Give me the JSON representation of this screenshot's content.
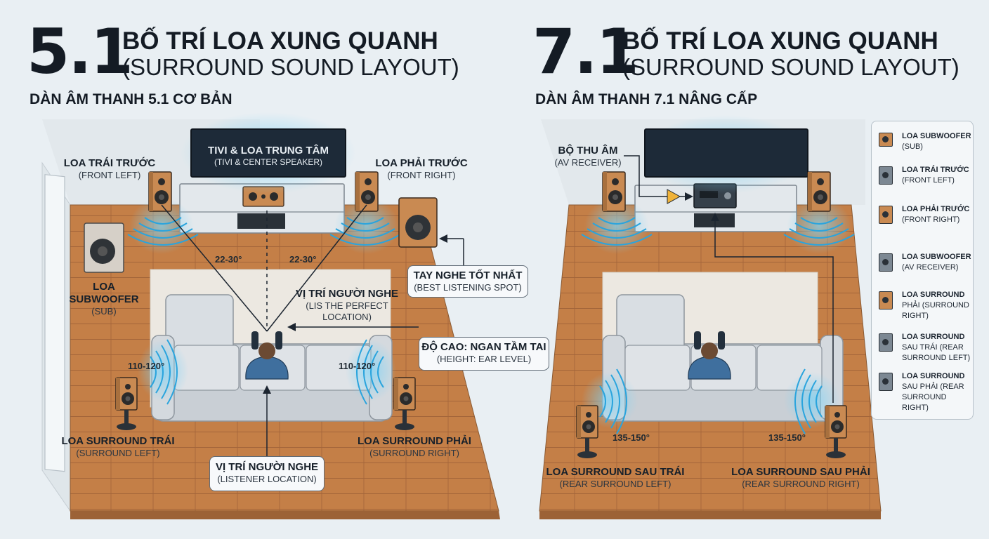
{
  "left": {
    "number": "5.1",
    "title_line1": "BỐ TRÍ LOA XUNG QUANH",
    "title_line2": "(SURROUND SOUND LAYOUT)",
    "subtitle": "DÀN ÂM THANH 5.1 CƠ BẢN",
    "tv": {
      "main": "TIVI & LOA TRUNG TÂM",
      "sub": "(TIVI & CENTER SPEAKER)"
    },
    "front_left": {
      "main": "LOA TRÁI TRƯỚC",
      "sub": "(FRONT LEFT)"
    },
    "front_right": {
      "main": "LOA PHẢI TRƯỚC",
      "sub": "(FRONT RIGHT)"
    },
    "subwoofer": {
      "l1": "LOA",
      "l2": "SUBWOOFER",
      "sub": "(SUB)"
    },
    "angle_front_left": "22-30°",
    "angle_front_right": "22-30°",
    "best_spot": {
      "main": "TAY NGHE TỐT NHẤT",
      "sub": "(BEST LISTENING SPOT)"
    },
    "listener_perfect": {
      "main": "VỊ TRÍ NGƯỜI NGHE",
      "sub1": "(LIS THE PERFECT",
      "sub2": "LOCATION)"
    },
    "height": {
      "main": "ĐỘ CAO: NGAN TẦM TAI",
      "sub": "(HEIGHT: EAR LEVEL)"
    },
    "angle_surround_left": "110-120°",
    "angle_surround_right": "110-120°",
    "surround_left": {
      "main": "LOA SURROUND TRÁI",
      "sub": "(SURROUND LEFT)"
    },
    "surround_right": {
      "main": "LOA SURROUND PHẢI",
      "sub": "(SURROUND RIGHT)"
    },
    "listener_location": {
      "main": "VỊ TRÍ NGƯỜI NGHE",
      "sub": "(LISTENER LOCATION)"
    }
  },
  "right": {
    "number": "7.1",
    "title_line1": "BỐ TRÍ LOA XUNG QUANH",
    "title_line2": "(SURROUND SOUND LAYOUT)",
    "subtitle": "DÀN ÂM THANH 7.1 NÂNG CẤP",
    "receiver": {
      "main": "BỘ THU ÂM",
      "sub": "(AV RECEIVER)"
    },
    "angle_rear_left": "135-150°",
    "angle_rear_right": "135-150°",
    "rear_left": {
      "main": "LOA SURROUND SAU TRÁI",
      "sub": "(REAR SURROUND LEFT)"
    },
    "rear_right": {
      "main": "LOA SURROUND SAU PHẢI",
      "sub": "(REAR SURROUND RIGHT)"
    }
  },
  "legend": [
    {
      "main": "LOA SUBWOOFER",
      "sub": "(SUB)",
      "color": "#c98a52"
    },
    {
      "main": "LOA TRÁI TRƯỚC",
      "sub": "(FRONT LEFT)",
      "color": "#7c8893"
    },
    {
      "main": "LOA PHẢI TRƯỚC",
      "sub": "(FRONT RIGHT)",
      "color": "#c98a52"
    },
    {
      "main": "LOA SUBWOOFER",
      "sub": "(AV RECEIVER)",
      "color": "#7c8893"
    },
    {
      "main": "LOA SURROUND",
      "sub": "PHẢI (SURROUND RIGHT)",
      "color": "#c98a52"
    },
    {
      "main": "LOA SURROUND",
      "sub": "SAU TRÁI (REAR SURROUND LEFT)",
      "color": "#7c8893"
    },
    {
      "main": "LOA SURROUND",
      "sub": "SAU PHẢI (REAR SURROUND RIGHT)",
      "color": "#7c8893"
    }
  ],
  "colors": {
    "floor": "#c17c45",
    "floor_dark": "#a9683a",
    "wood_speaker": "#c98a52",
    "rug": "#ece8e1",
    "sofa": "#d6dbe0",
    "tv": "#1d2a38",
    "wave": "#2aa4dd"
  }
}
